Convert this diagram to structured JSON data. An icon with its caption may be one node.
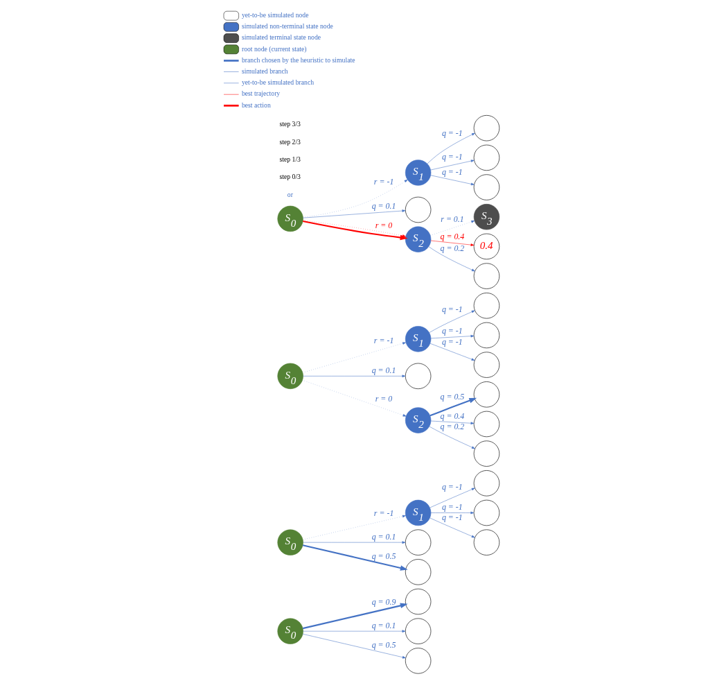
{
  "diagram": {
    "nodes": [
      {
        "text": [
          "S$_{0}$"
        ]
      },
      {
        "text": [],
        "shape": "circle"
      },
      {
        "text": [],
        "shape": "circle"
      },
      {
        "text": [],
        "shape": "circle"
      },
      {
        "text": [
          "S$_{0}$"
        ]
      },
      {
        "text": [
          "S$_{1}$"
        ]
      },
      {
        "text": [],
        "shape": "circle"
      },
      {
        "text": [],
        "shape": "circle"
      },
      {
        "text": [],
        "shape": "circle"
      },
      {
        "text": [],
        "shape": "circle"
      },
      {
        "text": [],
        "shape": "circle"
      },
      {
        "text": [
          "S$_{0}$"
        ]
      },
      {
        "text": [
          "S$_{1}$"
        ]
      },
      {
        "text": [],
        "shape": "circle"
      },
      {
        "text": [],
        "shape": "circle"
      },
      {
        "text": [],
        "shape": "circle"
      },
      {
        "text": [],
        "shape": "circle"
      },
      {
        "text": [
          "S$_{2}$"
        ]
      },
      {
        "text": [],
        "shape": "circle"
      },
      {
        "text": [],
        "shape": "circle"
      },
      {
        "text": [],
        "shape": "circle"
      },
      {
        "text": [
          "S$_{0}$"
        ]
      },
      {
        "text": [
          "S$_{1}$"
        ]
      },
      {
        "text": [],
        "shape": "circle"
      },
      {
        "text": [],
        "shape": "circle"
      },
      {
        "text": [],
        "shape": "circle"
      },
      {
        "text": [],
        "shape": "circle"
      },
      {
        "text": [
          "S$_{2}$"
        ]
      },
      {
        "text": [
          "S$_{3}$"
        ]
      },
      {
        "text": [
          "0.4"
        ]
      },
      {
        "text": [],
        "shape": "circle"
      }
    ],
    "edges": [
      {
        "from": 0,
        "to": 1,
        "arrow": "to",
        "label": "q = 0.9",
        "style": "thick"
      },
      {
        "from": 0,
        "to": 2,
        "arrow": "to",
        "label": "q = 0.1"
      },
      {
        "from": 0,
        "to": 3,
        "arrow": "to",
        "label": "q = 0.5"
      },
      {
        "from": 4,
        "to": 5,
        "arrow": "to",
        "label": "r = -1",
        "style": "dashed"
      },
      {
        "from": 5,
        "to": 6,
        "arrow": "to",
        "label": "q = -1"
      },
      {
        "from": 5,
        "to": 7,
        "arrow": "to",
        "label": "q = -1"
      },
      {
        "from": 5,
        "to": 8,
        "arrow": "to",
        "label": "q = -1"
      },
      {
        "from": 4,
        "to": 9,
        "arrow": "to",
        "label": "q = 0.1"
      },
      {
        "from": 4,
        "to": 10,
        "arrow": "to",
        "label": "q = 0.5",
        "style": "thick"
      },
      {
        "from": 11,
        "to": 12,
        "arrow": "to",
        "label": "r = -1",
        "style": "dashed"
      },
      {
        "from": 12,
        "to": 13,
        "arrow": "to",
        "label": "q = -1"
      },
      {
        "from": 12,
        "to": 14,
        "arrow": "to",
        "label": "q = -1"
      },
      {
        "from": 12,
        "to": 15,
        "arrow": "to",
        "label": "q = -1"
      },
      {
        "from": 11,
        "to": 16,
        "arrow": "to",
        "label": "q = 0.1"
      },
      {
        "from": 11,
        "to": 17,
        "arrow": "to",
        "label": "r = 0",
        "style": "dashed"
      },
      {
        "from": 17,
        "to": 18,
        "arrow": "to",
        "label": "q = 0.5",
        "style": "thick"
      },
      {
        "from": 17,
        "to": 19,
        "arrow": "to",
        "label": "q = 0.4"
      },
      {
        "from": 17,
        "to": 20,
        "arrow": "to",
        "label": "q = 0.2"
      },
      {
        "from": 21,
        "to": 22,
        "arrow": "to",
        "label": "r = -1",
        "style": "dashed"
      },
      {
        "from": 22,
        "to": 23,
        "arrow": "to",
        "label": "q = -1"
      },
      {
        "from": 22,
        "to": 24,
        "arrow": "to",
        "label": "q = -1"
      },
      {
        "from": 22,
        "to": 25,
        "arrow": "to",
        "label": "q = -1"
      },
      {
        "from": 21,
        "to": 26,
        "arrow": "to",
        "label": "q = 0.1"
      },
      {
        "from": 21,
        "to": 27,
        "arrow": "to",
        "label": "r = 0",
        "style": "dashed",
        "color": "#ff0000"
      },
      {
        "from": 21,
        "to": 27,
        "arrow": "to",
        "style": "thick",
        "color": "#ff0000"
      },
      {
        "from": 27,
        "to": 28,
        "arrow": "to",
        "label": "r = 0.1",
        "style": "dashed"
      },
      {
        "from": 27,
        "to": 29,
        "arrow": "to",
        "label": "q = 0.4",
        "color": "#ff0000"
      },
      {
        "from": 27,
        "to": 30,
        "arrow": "to",
        "label": "q = 0.2"
      }
    ],
    "labels": [
      "or",
      "step 0/3",
      "step 1/3",
      "step 2/3",
      "step 3/3"
    ],
    "legend": [
      {
        "text": "yet-to-be simulated node",
        "color": "#ffffff"
      },
      {
        "text": "simulated non-terminal state node",
        "color": "#4472c4"
      },
      {
        "text": "simulated terminal state node",
        "color": "#4d4d4d"
      },
      {
        "text": "root node (current state)",
        "color": "#548235"
      },
      {
        "text": "branch chosen by the heuristic to simulate"
      },
      {
        "text": "simulated branch"
      },
      {
        "text": "yet-to-be simulated branch"
      },
      {
        "text": "best trajectory"
      },
      {
        "text": "best action"
      }
    ]
  }
}
